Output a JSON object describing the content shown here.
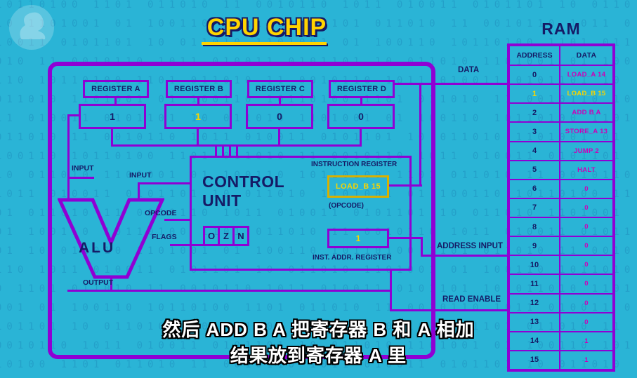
{
  "background": {
    "pattern": "10110100 1101 011010 11 0010110 1011 010011 0101101 10 011010 1101001 01 100110 "
  },
  "title": "CPU CHIP",
  "registers": [
    {
      "label": "REGISTER A",
      "value": "1",
      "highlighted": false
    },
    {
      "label": "REGISTER B",
      "value": "1",
      "highlighted": true
    },
    {
      "label": "REGISTER C",
      "value": "0",
      "highlighted": false
    },
    {
      "label": "REGISTER D",
      "value": "0",
      "highlighted": false
    }
  ],
  "control_unit": {
    "label": "CONTROL UNIT",
    "instruction_register_label": "INSTRUCTION REGISTER",
    "instruction_value": "LOAD_B 15",
    "opcode_caption": "(OPCODE)",
    "flags": [
      "O",
      "Z",
      "N"
    ],
    "inst_addr_value": "1",
    "inst_addr_label": "INST. ADDR. REGISTER"
  },
  "alu": {
    "label": "ALU",
    "input1_label": "INPUT",
    "input2_label": "INPUT",
    "opcode_label": "OPCODE",
    "flags_label": "FLAGS",
    "output_label": "OUTPUT"
  },
  "bus": {
    "data_label": "DATA",
    "address_input_label": "ADDRESS INPUT",
    "read_enable_label": "READ ENABLE"
  },
  "ram": {
    "title": "RAM",
    "headers": {
      "address": "ADDRESS",
      "data": "DATA"
    },
    "rows": [
      {
        "address": "0",
        "data": "LOAD_A 14"
      },
      {
        "address": "1",
        "data": "LOAD_B 15",
        "highlighted": true
      },
      {
        "address": "2",
        "data": "ADD B A"
      },
      {
        "address": "3",
        "data": "STORE_A 13"
      },
      {
        "address": "4",
        "data": "JUMP 2"
      },
      {
        "address": "5",
        "data": "HALT"
      },
      {
        "address": "6",
        "data": "0"
      },
      {
        "address": "7",
        "data": "0"
      },
      {
        "address": "8",
        "data": "0"
      },
      {
        "address": "9",
        "data": "0"
      },
      {
        "address": "10",
        "data": "0"
      },
      {
        "address": "11",
        "data": "0"
      },
      {
        "address": "12",
        "data": "0"
      },
      {
        "address": "13",
        "data": "0"
      },
      {
        "address": "14",
        "data": "1"
      },
      {
        "address": "15",
        "data": "1"
      }
    ]
  },
  "subtitles": {
    "line1": "然后 ADD B A 把寄存器 B 和 A 相加",
    "line2": "结果放到寄存器 A 里"
  },
  "colors": {
    "background": "#2ab4d6",
    "purple": "#8f00d4",
    "navy": "#151b66",
    "yellow": "#f8d400",
    "magenta": "#cc00b8",
    "subtitle_text": "#ffffff"
  }
}
